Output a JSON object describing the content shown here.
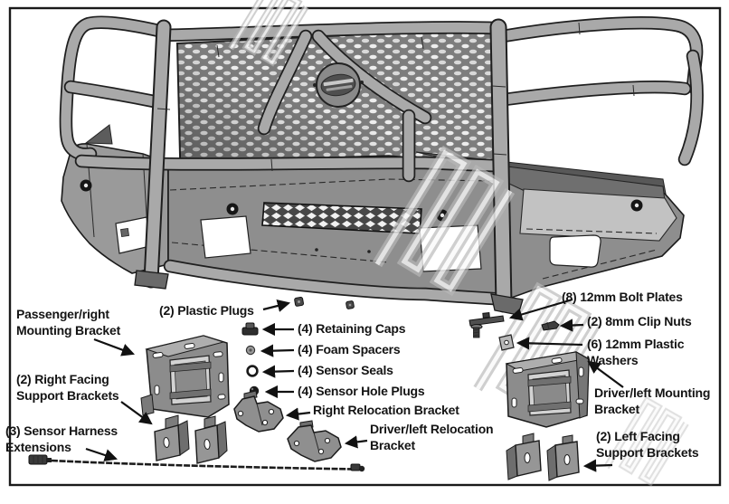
{
  "frame": {
    "border_color": "#1a1a1a",
    "background": "#ffffff"
  },
  "colors": {
    "label_text": "#141414",
    "arrow": "#111111",
    "bumper_gray": "#8e8e8e",
    "light_panel_gray": "#c2c2c2",
    "dark_band_gray": "#6f6f6f",
    "tube_gray": "#a9a9a9",
    "mesh_background": "#7d7d7d",
    "watermark_gray": "#b9b9b9"
  },
  "illustration": {
    "subject": "front bumper replacement with full grille guard",
    "icons": [
      "grille-guard-illustration",
      "punch-plate-mesh",
      "diamond-mesh-insert",
      "brand-logo-badge",
      "sensor-hole",
      "fog-light-cutout",
      "watermark-logo"
    ]
  },
  "labels": {
    "passenger_mounting": "Passenger/right\nMounting Bracket",
    "plastic_plugs": "(2) Plastic Plugs",
    "retaining_caps": "(4) Retaining Caps",
    "foam_spacers": "(4) Foam Spacers",
    "sensor_seals": "(4) Sensor Seals",
    "sensor_hole_plugs": "(4) Sensor Hole Plugs",
    "right_facing_support": "(2) Right Facing\nSupport Brackets",
    "sensor_harness": "(3) Sensor Harness\nExtensions",
    "right_relocation": "Right Relocation Bracket",
    "driver_relocation": "Driver/left Relocation\nBracket",
    "bolt_plates": "(8) 12mm Bolt Plates",
    "clip_nuts": "(2) 8mm Clip Nuts",
    "plastic_washers": "(6) 12mm Plastic\nWashers",
    "driver_mounting": "Driver/left Mounting\nBracket",
    "left_facing_support": "(2) Left Facing\nSupport Brackets"
  }
}
